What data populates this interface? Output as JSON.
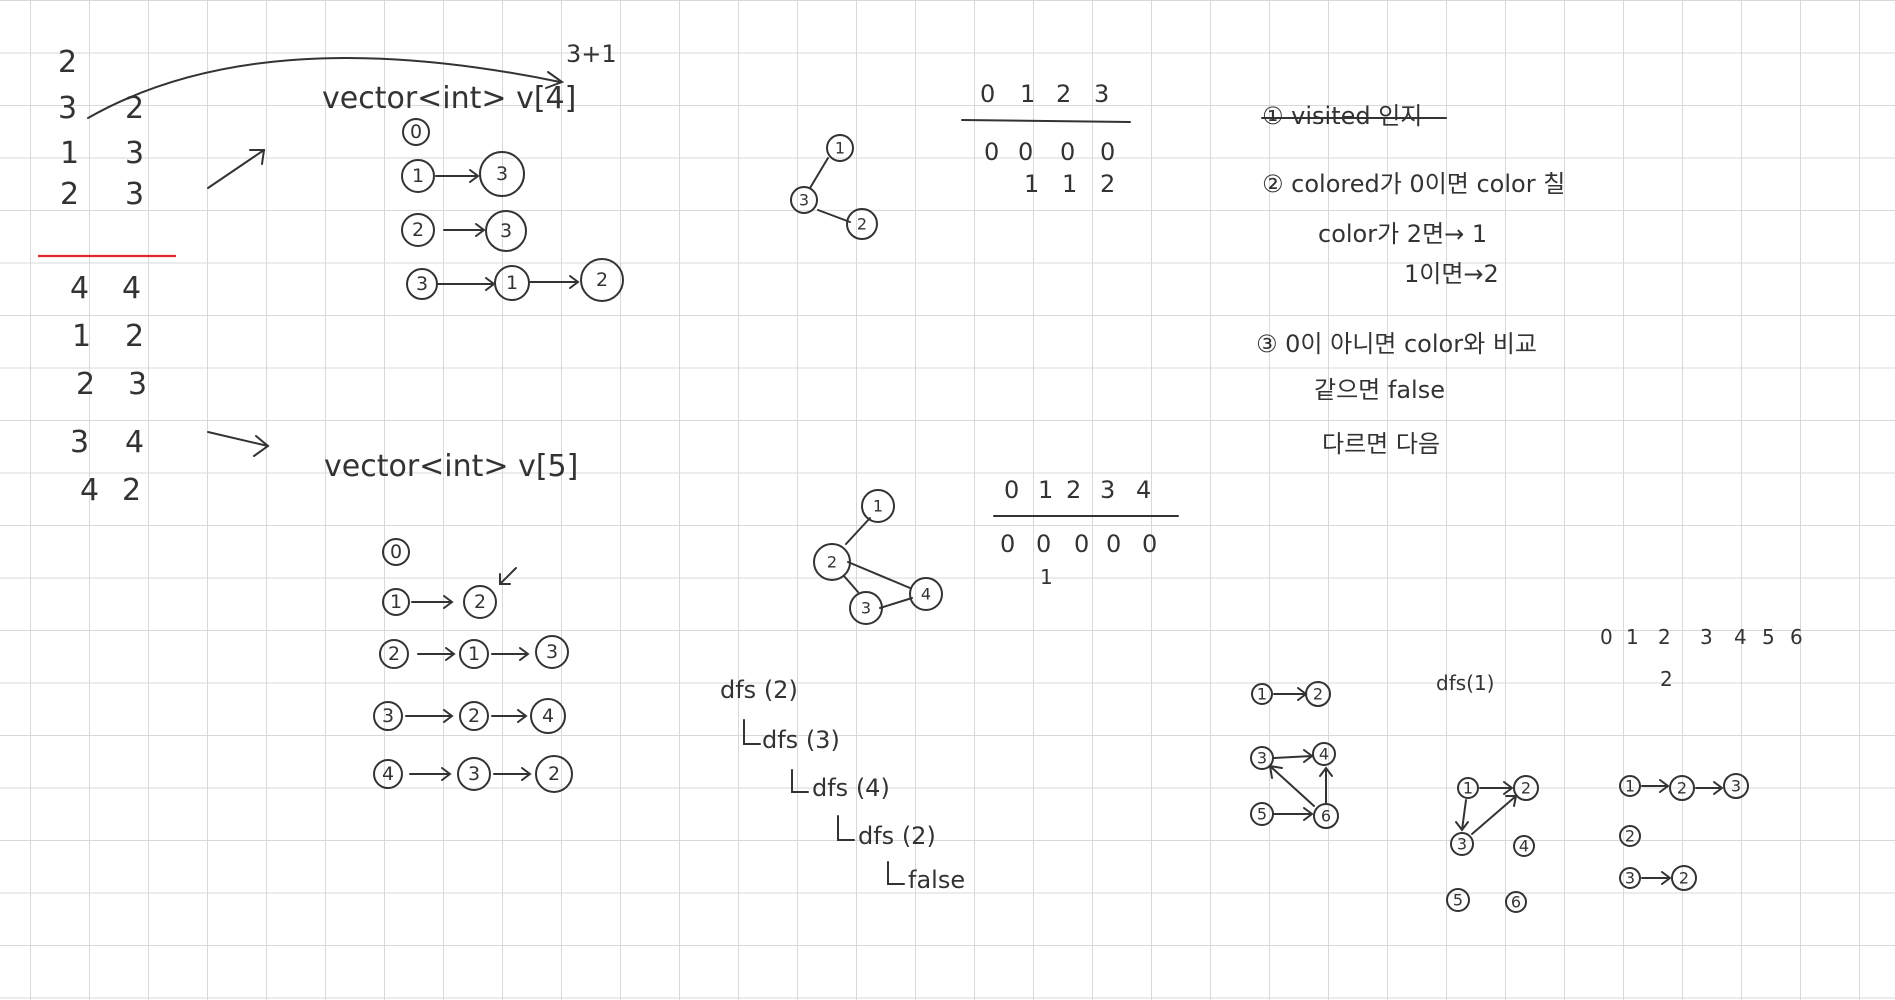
{
  "input_sample": {
    "case_count": "2",
    "rows": [
      [
        "3",
        "2"
      ],
      [
        "1",
        "3"
      ],
      [
        "2",
        "3"
      ],
      [
        "4",
        "4"
      ],
      [
        "1",
        "2"
      ],
      [
        "2",
        "3"
      ],
      [
        "3",
        "4"
      ],
      [
        "4",
        "2"
      ]
    ],
    "note_v_size": "3+1"
  },
  "graph1": {
    "declaration": "vector<int>  v[4]",
    "adj": [
      [
        "0"
      ],
      [
        "1",
        "3"
      ],
      [
        "2",
        "3"
      ],
      [
        "3",
        "1",
        "2"
      ]
    ],
    "drawing_nodes": [
      "1",
      "3",
      "2"
    ],
    "color_table_header": [
      "0",
      "1",
      "2",
      "3"
    ],
    "color_table_init": [
      "0",
      "0",
      "0",
      "0"
    ],
    "color_table_vals": [
      "1",
      "1",
      "2"
    ]
  },
  "graph2": {
    "declaration": "vector<int>  v[5]",
    "adj": [
      [
        "0"
      ],
      [
        "1",
        "2"
      ],
      [
        "2",
        "1",
        "3"
      ],
      [
        "3",
        "2",
        "4"
      ],
      [
        "4",
        "3",
        "2"
      ]
    ],
    "drawing_nodes": [
      "1",
      "2",
      "3",
      "4"
    ],
    "color_table_header": [
      "0",
      "1",
      "2",
      "3",
      "4"
    ],
    "color_table_init": [
      "0",
      "0",
      "0",
      "0",
      "0"
    ],
    "color_table_vals": [
      "1"
    ],
    "dfs_trace": [
      "dfs (2)",
      "dfs (3)",
      "dfs (4)",
      "dfs (2)",
      "false"
    ]
  },
  "notes": {
    "step1": "① visited 인지",
    "step2": "② colored가 0이면 color 칠",
    "step2a": "color가 2면→ 1",
    "step2b": "1이면→2",
    "step3": "③  0이 아니면   color와 비교",
    "step3a": "같으면 false",
    "step3b": "다르면 다음"
  },
  "graph3": {
    "left_nodes": [
      "1",
      "2",
      "3",
      "4",
      "5",
      "6"
    ],
    "dfs_label": "dfs(1)",
    "mid_nodes": [
      "1",
      "2",
      "3",
      "4",
      "5",
      "6"
    ],
    "index_row": [
      "0",
      "1",
      "2",
      "3",
      "4",
      "5",
      "6"
    ],
    "index_val": "2",
    "adj_right": [
      [
        "1",
        "2",
        "3"
      ],
      [
        "2"
      ],
      [
        "3",
        "2"
      ]
    ]
  },
  "colors": {
    "ink": "#333333",
    "underline": "#e0282e",
    "grid": "#d9d9d9"
  }
}
